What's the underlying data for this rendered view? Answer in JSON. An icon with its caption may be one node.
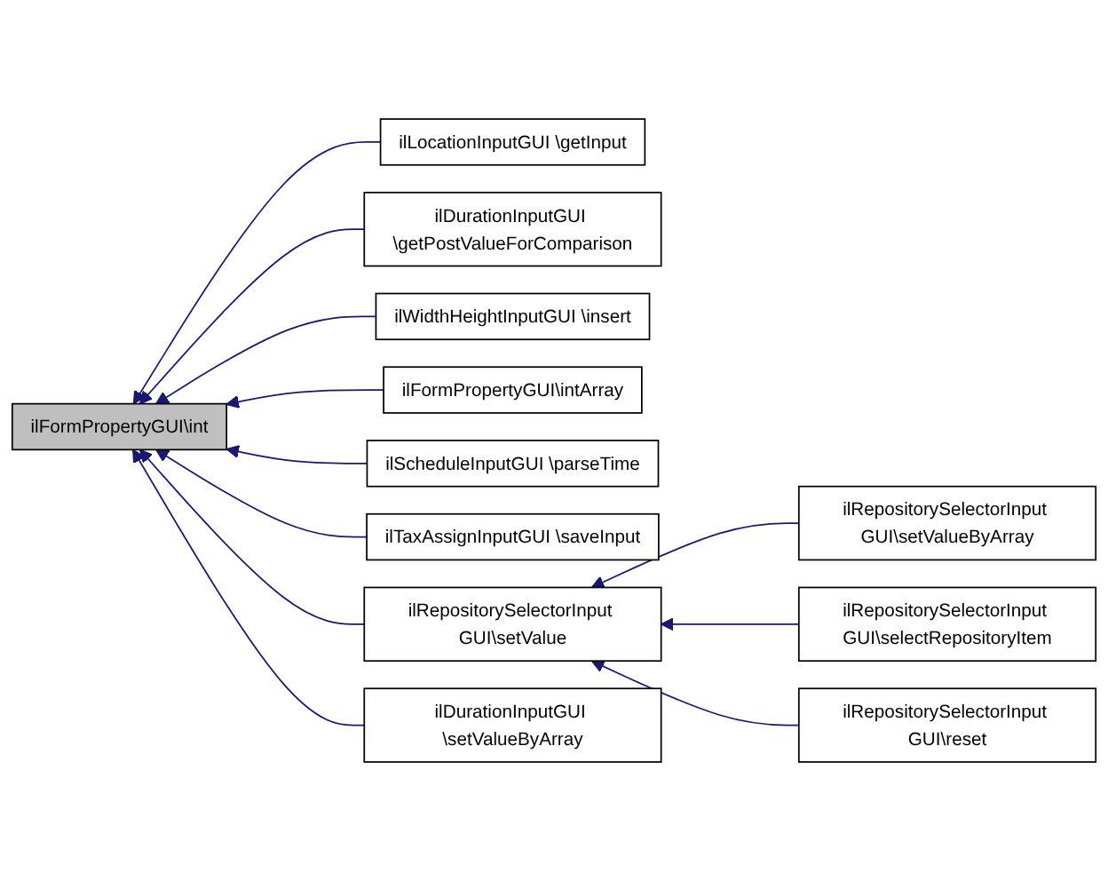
{
  "diagram": {
    "nodes": [
      {
        "text": [
          "ilFormPropertyGUI\\int"
        ]
      },
      {
        "text": [
          "ilLocationInputGUI \\getInput"
        ]
      },
      {
        "text": [
          "ilDurationInputGUI \\getPostValueForComparison"
        ]
      },
      {
        "text": [
          "ilWidthHeightInputGUI \\insert"
        ]
      },
      {
        "text": [
          "ilFormPropertyGUI\\intArray"
        ]
      },
      {
        "text": [
          "ilScheduleInputGUI \\parseTime"
        ]
      },
      {
        "text": [
          "ilTaxAssignInputGUI \\saveInput"
        ]
      },
      {
        "text": [
          "ilRepositorySelectorInput GUI\\setValue"
        ]
      },
      {
        "text": [
          "ilRepositorySelectorInput GUI\\setValueByArray"
        ]
      },
      {
        "text": [
          "ilRepositorySelectorInput GUI\\selectRepositoryItem"
        ]
      },
      {
        "text": [
          "ilRepositorySelectorInput GUI\\reset"
        ]
      },
      {
        "text": [
          "ilDurationInputGUI \\setValueByArray"
        ]
      }
    ],
    "edges": [
      {
        "from": 1,
        "to": 0,
        "arrow": "to"
      },
      {
        "from": 2,
        "to": 0,
        "arrow": "to"
      },
      {
        "from": 3,
        "to": 0,
        "arrow": "to"
      },
      {
        "from": 4,
        "to": 0,
        "arrow": "to"
      },
      {
        "from": 5,
        "to": 0,
        "arrow": "to"
      },
      {
        "from": 6,
        "to": 0,
        "arrow": "to"
      },
      {
        "from": 7,
        "to": 0,
        "arrow": "to"
      },
      {
        "from": 11,
        "to": 0,
        "arrow": "to"
      },
      {
        "from": 8,
        "to": 7,
        "arrow": "to"
      },
      {
        "from": 9,
        "to": 7,
        "arrow": "to"
      },
      {
        "from": 10,
        "to": 7,
        "arrow": "to"
      }
    ]
  }
}
